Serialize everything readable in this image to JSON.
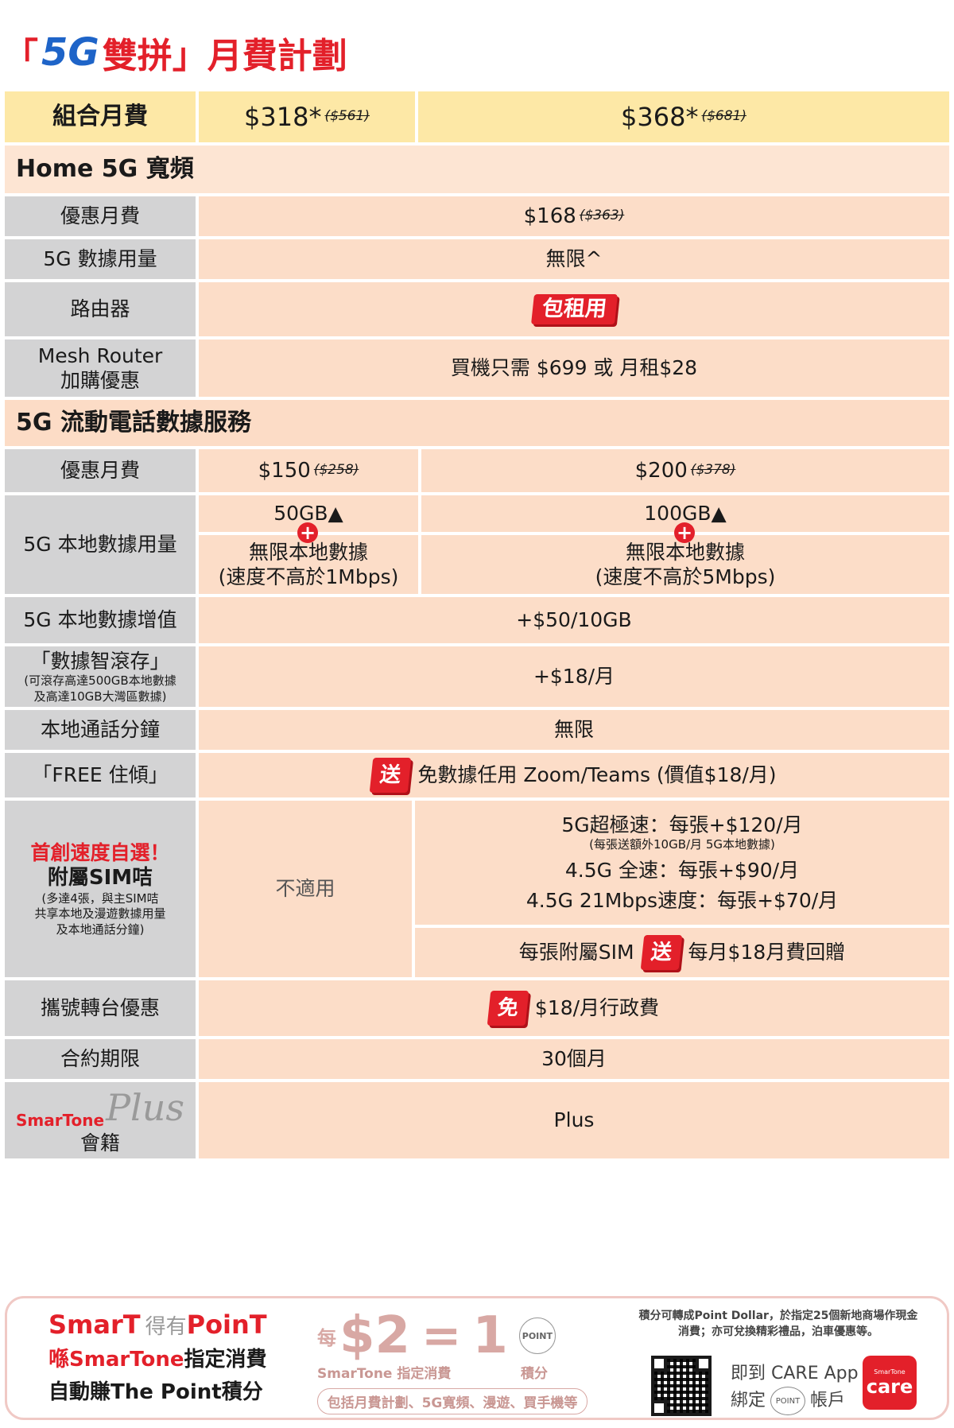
{
  "title": {
    "open": "「",
    "fiveg": "5G",
    "text": "雙拼」月費計劃"
  },
  "combo": {
    "label": "組合月費",
    "plan1_price": "$318*",
    "plan1_orig": "($561)",
    "plan2_price": "$368*",
    "plan2_orig": "($681)"
  },
  "home": {
    "section": "Home 5G 寬頻",
    "fee_label": "優惠月費",
    "fee_price": "$168",
    "fee_orig": "($363)",
    "data_label": "5G 數據用量",
    "data_value": "無限^",
    "router_label": "路由器",
    "router_badge": "包租用",
    "mesh_label_1": "Mesh Router",
    "mesh_label_2": "加購優惠",
    "mesh_value": "買機只需 $699  或 月租$28"
  },
  "mobile": {
    "section": "5G 流動電話數據服務",
    "fee_label": "優惠月費",
    "fee1_price": "$150",
    "fee1_orig": "($258)",
    "fee2_price": "$200",
    "fee2_orig": "($378)",
    "local_label": "5G 本地數據用量",
    "local1_top": "50GB▲",
    "local1_line1": "無限本地數據",
    "local1_line2": "(速度不高於1Mbps)",
    "local2_top": "100GB▲",
    "local2_line1": "無限本地數據",
    "local2_line2": "(速度不高於5Mbps)",
    "plus_sign": "+",
    "addon_label": "5G 本地數據增值",
    "addon_value": "+$50/10GB",
    "rollover_label": "「數據智滾存」",
    "rollover_note_1": "(可滾存高達500GB本地數據",
    "rollover_note_2": "及高達10GB大灣區數據)",
    "rollover_value": "+$18/月",
    "talk_label": "本地通話分鐘",
    "talk_value": "無限",
    "free_label": "「FREE 住傾」",
    "free_badge": "送",
    "free_value": "免數據任用 Zoom/Teams (價值$18/月)",
    "sim_red": "首創速度自選！",
    "sim_label": "附屬SIM咭",
    "sim_note_1": "(多達4張，與主SIM咭",
    "sim_note_2": "共享本地及漫遊數據用量",
    "sim_note_3": "及本地通話分鐘)",
    "sim_na": "不適用",
    "sim_opt1": "5G超極速：每張+$120/月",
    "sim_opt1_note": "(每張送額外10GB/月 5G本地數據)",
    "sim_opt2": "4.5G 全速：每張+$90/月",
    "sim_opt3": "4.5G 21Mbps速度：每張+$70/月",
    "sim_rebate_pre": "每張附屬SIM",
    "sim_rebate_badge": "送",
    "sim_rebate_post": "每月$18月費回贈",
    "port_label": "攜號轉台優惠",
    "port_badge": "免",
    "port_value": "$18/月行政費",
    "contract_label": "合約期限",
    "contract_value": "30個月",
    "plus_brand": "SmarTone",
    "plus_script": "Plus",
    "plus_label": "會籍",
    "plus_value": "Plus"
  },
  "footer": {
    "brand": "SmarT",
    "brand2": "得有",
    "brand3": "PoinT",
    "line1_red": "喺SmarTone",
    "line1_rest": "指定消費",
    "line2": "自動賺The Point積分",
    "mei": "每",
    "two": "$2",
    "eq": "=",
    "one": "1",
    "point": "POINT",
    "label_left": "SmarTone 指定消費",
    "label_right": "積分",
    "pill": "包括月費計劃、5G寬頻、漫遊、買手機等",
    "note_1": "積分可轉成Point Dollar，於指定25個新地商場作現金",
    "note_2": "消費；亦可兌換精彩禮品，泊車優惠等。",
    "app_1": "即到 CARE App",
    "app_2a": "綁定",
    "app_2b": "帳戶",
    "care_small": "SmarTone",
    "care_big": "care"
  }
}
